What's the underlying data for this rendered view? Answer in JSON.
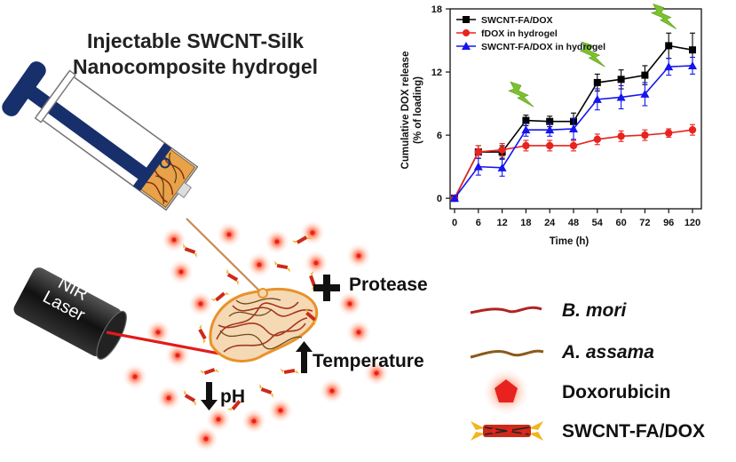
{
  "title": {
    "line1": "Injectable SWCNT-Silk",
    "line2": "Nanocomposite hydrogel"
  },
  "laser": {
    "line1": "NIR",
    "line2": "Laser"
  },
  "stimuli": {
    "protease": "Protease",
    "temperature": "Temperature",
    "ph": "pH"
  },
  "legend": {
    "bmori": "B. mori",
    "aassama": "A. assama",
    "doxorubicin": "Doxorubicin",
    "swcnt": "SWCNT-FA/DOX"
  },
  "colors": {
    "bmori_line": "#b22222",
    "aassama_line": "#8b5a1a",
    "dox_red": "#e8231f",
    "syringe_blue": "#17306b",
    "series_black": "#000000",
    "series_red": "#e8231f",
    "series_blue": "#1515ee",
    "bolt_green": "#7cc22c"
  },
  "chart_data": {
    "type": "line",
    "xlabel": "Time (h)",
    "ylabel": "Cumulative DOX release (% of loading)",
    "ylabel_line1": "Cumulative DOX release",
    "ylabel_line2": "(% of loading)",
    "categories": [
      "0",
      "6",
      "12",
      "18",
      "24",
      "48",
      "54",
      "60",
      "72",
      "96",
      "120"
    ],
    "yticks": [
      0,
      6,
      12,
      18
    ],
    "ylim": [
      -1,
      18
    ],
    "grid": false,
    "legend_position": "top-left",
    "laser_marks_after": [
      "12",
      "48",
      "72"
    ],
    "series": [
      {
        "name": "SWCNT-FA/DOX",
        "marker": "square",
        "color": "#000000",
        "values": [
          0,
          4.4,
          4.4,
          7.4,
          7.3,
          7.3,
          11.0,
          11.3,
          11.7,
          14.5,
          14.1
        ],
        "errors": [
          0.2,
          0.6,
          0.6,
          0.5,
          0.5,
          0.8,
          0.8,
          0.9,
          0.9,
          1.2,
          1.6
        ]
      },
      {
        "name": "fDOX in hydrogel",
        "marker": "circle",
        "color": "#e8231f",
        "values": [
          0,
          4.4,
          4.6,
          5.0,
          5.0,
          5.0,
          5.6,
          5.9,
          6.0,
          6.2,
          6.5
        ],
        "errors": [
          0.2,
          0.6,
          0.6,
          0.5,
          0.5,
          0.5,
          0.5,
          0.5,
          0.5,
          0.4,
          0.5
        ]
      },
      {
        "name": "SWCNT-FA/DOX in hydrogel",
        "marker": "triangle",
        "color": "#1515ee",
        "values": [
          0,
          3.0,
          2.9,
          6.5,
          6.5,
          6.6,
          9.4,
          9.6,
          9.9,
          12.5,
          12.6
        ],
        "errors": [
          0.2,
          0.8,
          0.8,
          0.6,
          0.6,
          1.0,
          1.0,
          1.1,
          1.1,
          0.8,
          0.8
        ]
      }
    ]
  }
}
